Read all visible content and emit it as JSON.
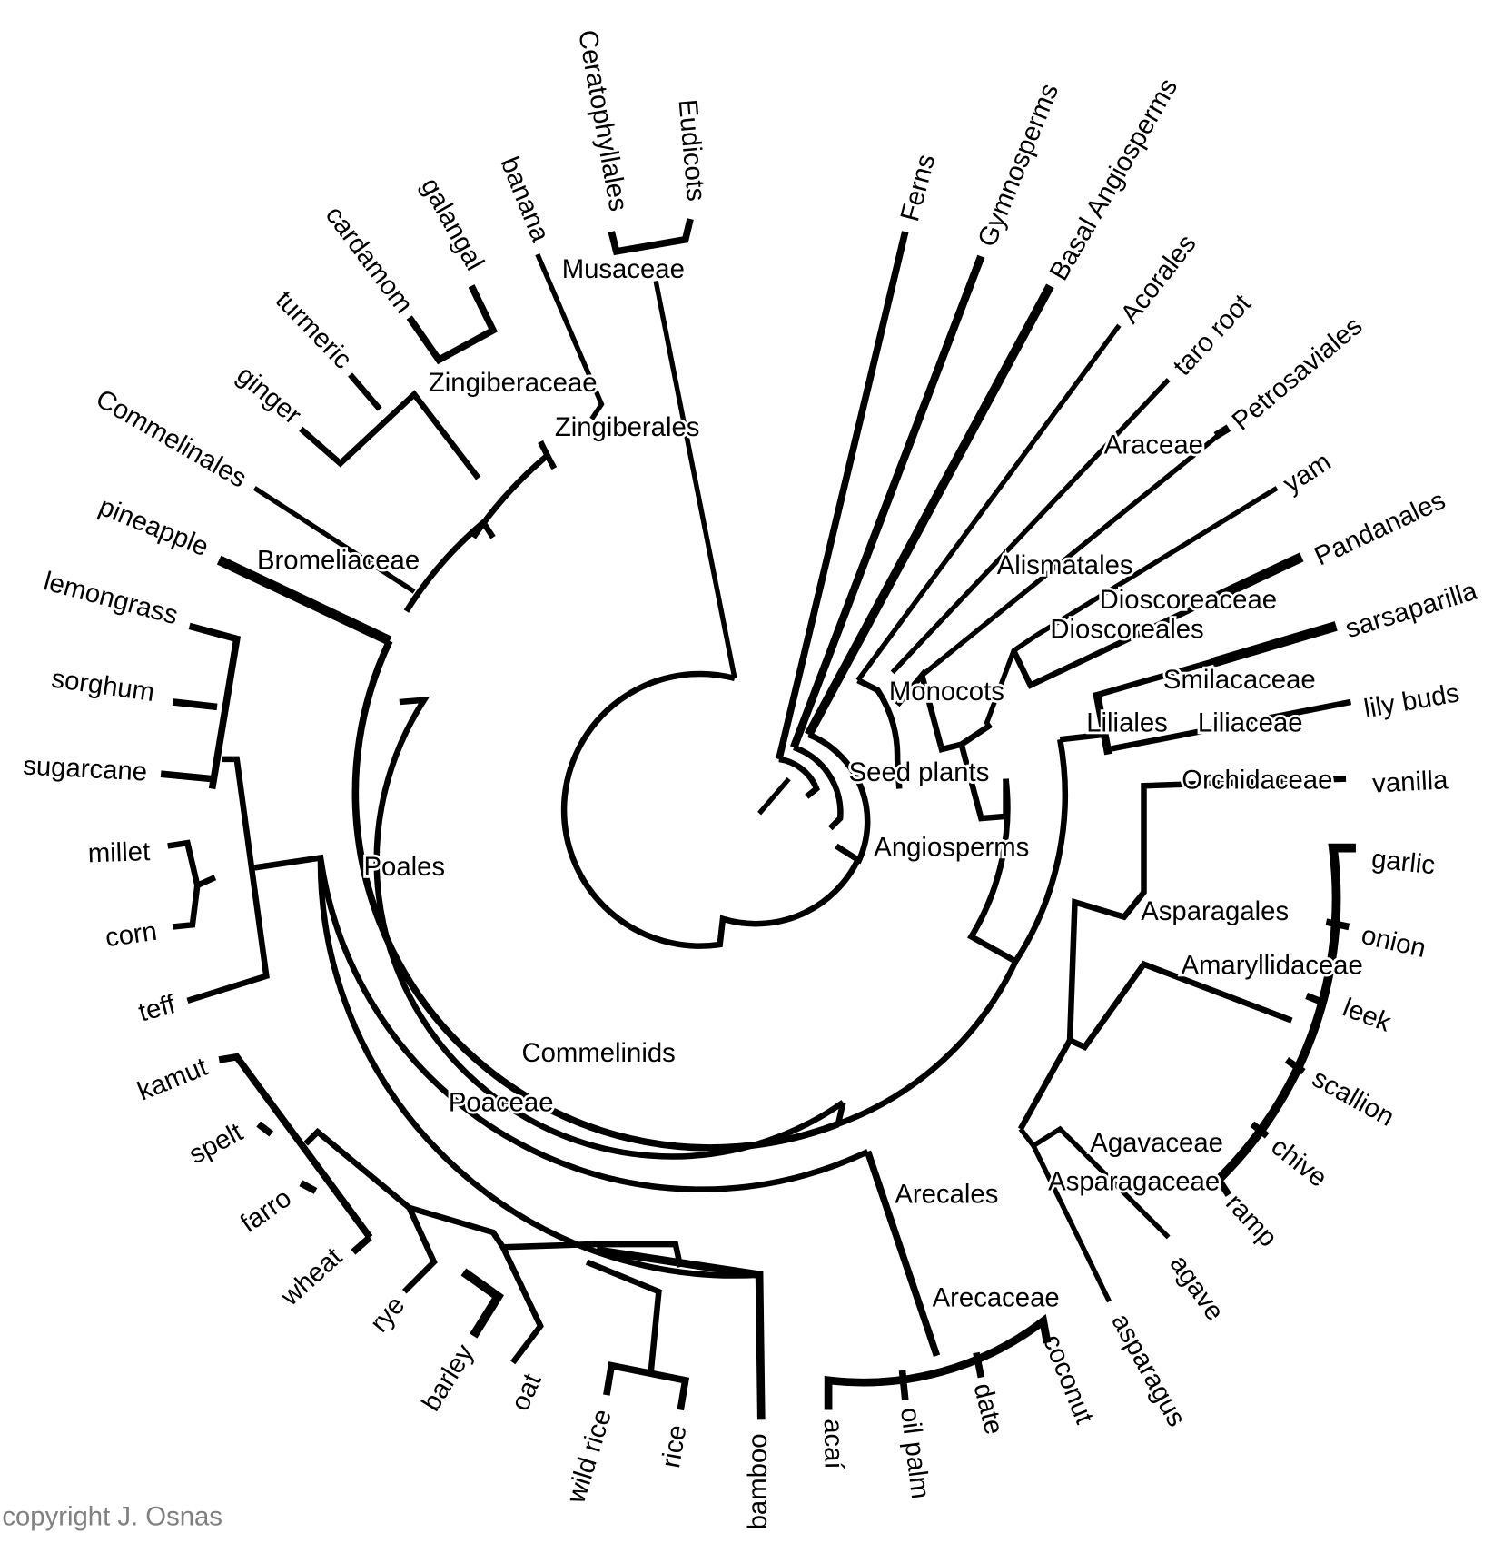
{
  "leaves": [
    "Ferns",
    "Gymnosperms",
    "Basal Angiosperms",
    "Acorales",
    "taro root",
    "Petrosaviales",
    "yam",
    "Pandanales",
    "sarsaparilla",
    "lily buds",
    "vanilla",
    "garlic",
    "onion",
    "leek",
    "scallion",
    "chive",
    "ramp",
    "agave",
    "asparagus",
    "coconut",
    "date",
    "oil palm",
    "acaí",
    "bamboo",
    "rice",
    "wild rice",
    "oat",
    "barley",
    "rye",
    "wheat",
    "farro",
    "spelt",
    "kamut",
    "teff",
    "corn",
    "millet",
    "sugarcane",
    "sorghum",
    "lemongrass",
    "pineapple",
    "Commelinales",
    "ginger",
    "turmeric",
    "cardamom",
    "galangal",
    "banana",
    "Ceratophyllales",
    "Eudicots"
  ],
  "clades": [
    "Musaceae",
    "Zingiberaceae",
    "Zingiberales",
    "Bromeliaceae",
    "Poales",
    "Commelinids",
    "Poaceae",
    "Arecales",
    "Arecaceae",
    "Agavaceae",
    "Asparagaceae",
    "Amaryllidaceae",
    "Asparagales",
    "Orchidaceae",
    "Liliales",
    "Liliaceae",
    "Smilacaceae",
    "Dioscoreaceae",
    "Dioscoreales",
    "Monocots",
    "Alismatales",
    "Araceae",
    "Seed plants",
    "Angiosperms"
  ],
  "copyright": "copyright J. Osnas",
  "colors": {
    "lines": "#000000",
    "text": "#000000",
    "copyright": "#808080"
  }
}
